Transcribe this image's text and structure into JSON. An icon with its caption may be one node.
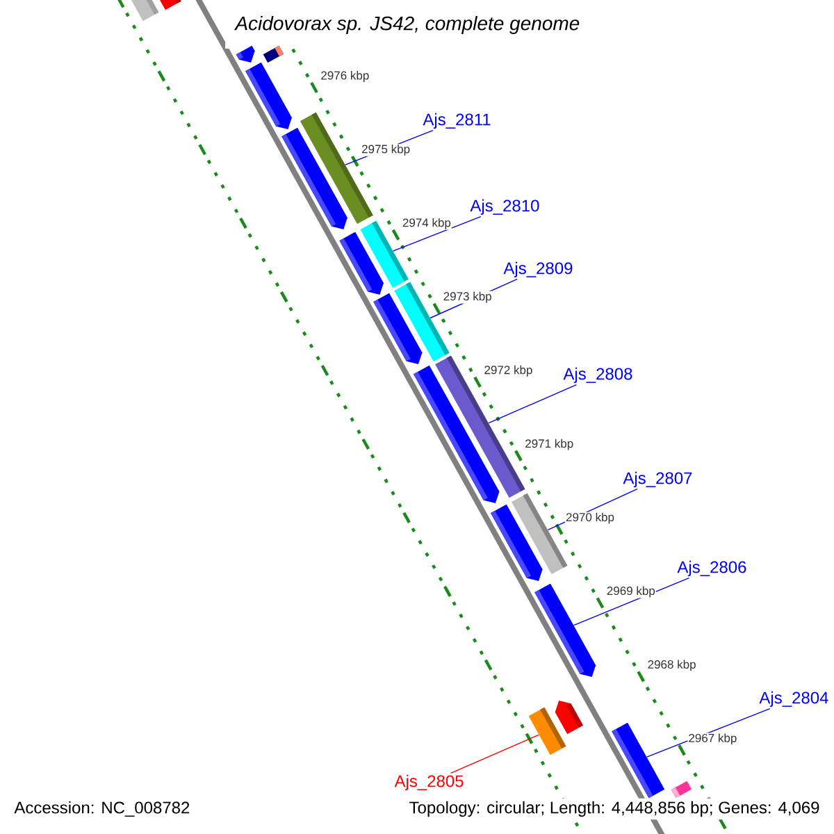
{
  "diagram": {
    "title": "Acidovorax sp. JS42, complete genome",
    "nodes": [
      {
        "text": [],
        "shape": "bar"
      },
      {
        "text": [],
        "shape": "bar"
      },
      {
        "text": [],
        "shape": "bar"
      },
      {
        "text": [],
        "shape": "bar"
      },
      {
        "text": [],
        "shape": "bar"
      },
      {
        "text": [],
        "shape": "bar"
      },
      {
        "text": [
          "Ajs_2811"
        ]
      },
      {
        "text": [],
        "shape": "bar"
      },
      {
        "text": [
          "Ajs_2810"
        ]
      },
      {
        "text": [],
        "shape": "bar"
      },
      {
        "text": [],
        "shape": "bar"
      },
      {
        "text": [
          "Ajs_2809"
        ]
      },
      {
        "text": [],
        "shape": "bar"
      },
      {
        "text": [],
        "shape": "bar"
      },
      {
        "text": [],
        "shape": "bar"
      },
      {
        "text": [],
        "shape": "bar"
      },
      {
        "text": [
          "Ajs_2808"
        ]
      },
      {
        "text": [
          "Ajs_2807"
        ]
      },
      {
        "text": [],
        "shape": "bar"
      },
      {
        "text": [],
        "shape": "bar"
      },
      {
        "text": [
          "Ajs_2806"
        ]
      },
      {
        "text": [],
        "shape": "bar"
      },
      {
        "text": [
          "Ajs_2804"
        ]
      },
      {
        "text": [],
        "shape": "bar"
      },
      {
        "text": [],
        "shape": "bar"
      },
      {
        "text": [],
        "shape": "bar"
      },
      {
        "text": [
          "Ajs_2805"
        ]
      },
      {
        "text": [],
        "shape": "bar"
      }
    ],
    "edges": [
      {
        "from": 6,
        "to": 5,
        "arrow": "none"
      },
      {
        "from": 8,
        "to": 9,
        "arrow": "none"
      },
      {
        "from": 11,
        "to": 12,
        "arrow": "none"
      },
      {
        "from": 16,
        "to": 14,
        "arrow": "none"
      },
      {
        "from": 17,
        "to": 18,
        "arrow": "none"
      },
      {
        "from": 20,
        "to": 21,
        "arrow": "none"
      },
      {
        "from": 22,
        "to": 25,
        "arrow": "none"
      },
      {
        "from": 26,
        "to": 24,
        "arrow": "none",
        "color": "#ff0000"
      }
    ],
    "labels": [
      "2976 kbp",
      "2975 kbp",
      "2974 kbp",
      "2973 kbp",
      "2972 kbp",
      "2971 kbp",
      "2970 kbp",
      "2969 kbp",
      "2968 kbp",
      "2967 kbp",
      "Accession: NC_008782",
      "Topology: circular; Length: 4,448,856 bp; Genes: 4,069"
    ]
  }
}
